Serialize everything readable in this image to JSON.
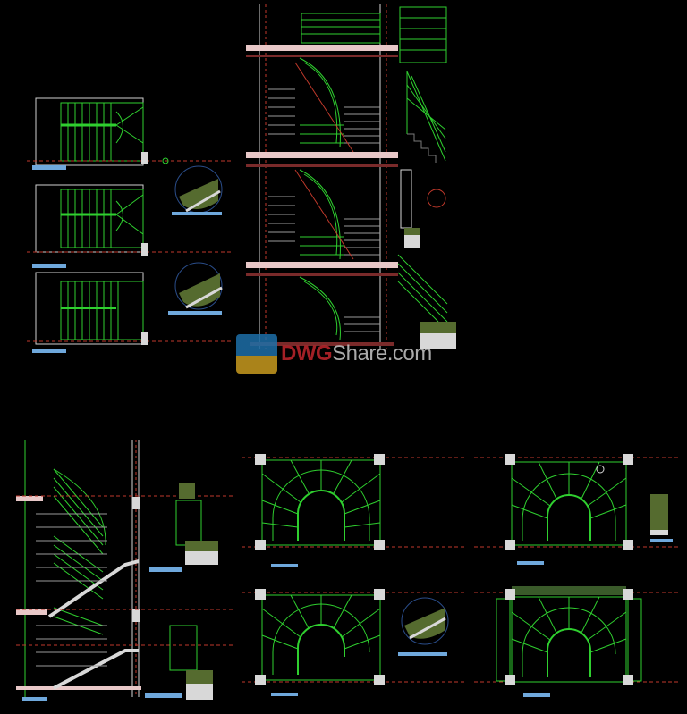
{
  "sheet": {
    "background": "#000000",
    "colors": {
      "stair_green": "#2fcf2f",
      "outline_white": "#d8d8d8",
      "axis_red": "#c0392b",
      "title_blue": "#6fa8dc",
      "slab_pink": "#e8c8c8",
      "hatch_olive": "#6b7a2a"
    }
  },
  "drawings": [
    {
      "id": "plan-set-left",
      "kind": "stair floor plans (3 levels)"
    },
    {
      "id": "section-top",
      "kind": "stair section elevation"
    },
    {
      "id": "details-top-right",
      "kind": "railing details"
    },
    {
      "id": "section-bottom-left",
      "kind": "stair section elevation"
    },
    {
      "id": "plan-curved-1",
      "kind": "curved stair plan"
    },
    {
      "id": "plan-curved-2",
      "kind": "curved stair plan"
    },
    {
      "id": "plan-curved-3",
      "kind": "curved stair plan"
    },
    {
      "id": "plan-curved-4",
      "kind": "curved stair plan"
    }
  ],
  "watermark": {
    "part1": "DWG",
    "part2": "Share.com"
  }
}
